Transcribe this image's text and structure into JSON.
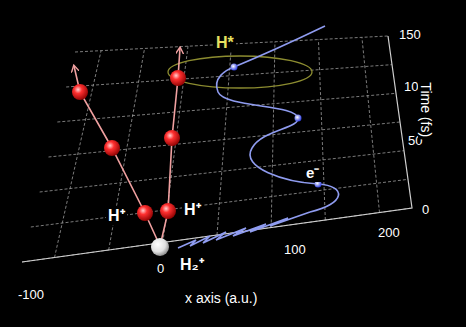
{
  "diagram": {
    "labels": [
      "H*",
      "150",
      "100",
      "50",
      "0",
      "Time (fs)",
      "e⁻",
      "H⁺",
      "H⁺",
      "H₂⁺",
      "200",
      "100",
      "0",
      "-100",
      "x axis (a.u.)"
    ]
  }
}
